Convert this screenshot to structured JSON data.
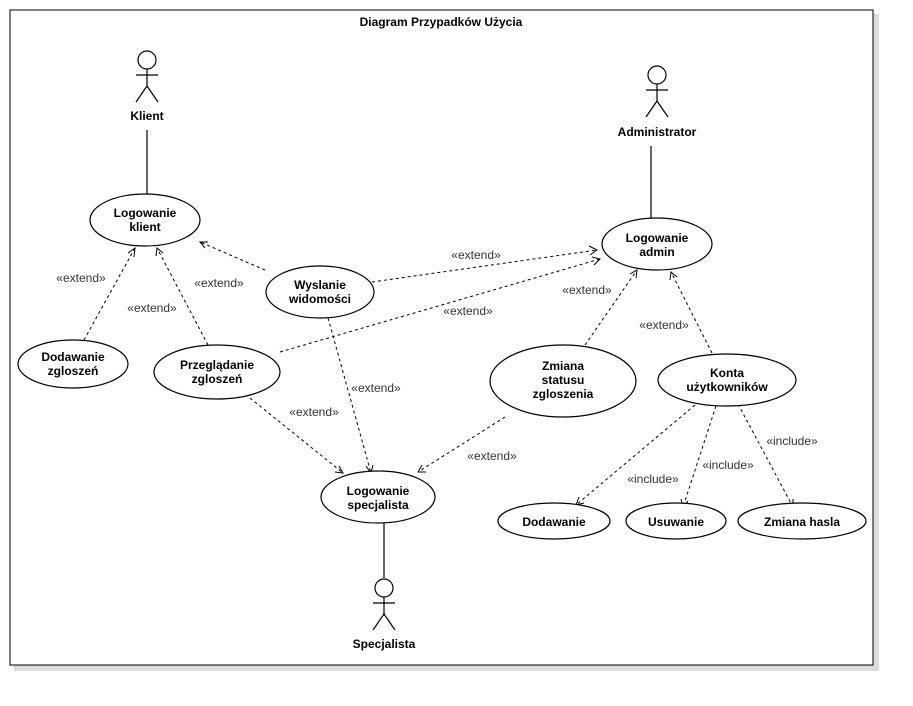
{
  "diagram": {
    "title": "Diagram Przypadków Użycia",
    "actors": {
      "klient": "Klient",
      "administrator": "Administrator",
      "specjalista": "Specjalista"
    },
    "use_cases": {
      "logowanie_klient": [
        "Logowanie",
        "klient"
      ],
      "logowanie_admin": [
        "Logowanie",
        "admin"
      ],
      "logowanie_specjalista": [
        "Logowanie",
        "specjalista"
      ],
      "wyslanie_wiadomosci": [
        "Wyslanie",
        "widomości"
      ],
      "dodawanie_zgloszen": [
        "Dodawanie",
        "zgloszeń"
      ],
      "przegladanie_zgloszen": [
        "Przeglądanie",
        "zgloszeń"
      ],
      "zmiana_statusu": [
        "Zmiana",
        "statusu",
        "zgloszenia"
      ],
      "konta_uzytkownikow": [
        "Konta",
        "użytkowników"
      ],
      "dodawanie": [
        "Dodawanie"
      ],
      "usuwanie": [
        "Usuwanie"
      ],
      "zmiana_hasla": [
        "Zmiana hasla"
      ]
    },
    "relations": [
      {
        "from": "dodawanie_zgloszen",
        "to": "logowanie_klient",
        "label": "«extend»"
      },
      {
        "from": "przegladanie_zgloszen",
        "to": "logowanie_klient",
        "label": "«extend»"
      },
      {
        "from": "wyslanie_wiadomosci",
        "to": "logowanie_klient",
        "label": "«extend»"
      },
      {
        "from": "wyslanie_wiadomosci",
        "to": "logowanie_admin",
        "label": "«extend»"
      },
      {
        "from": "przegladanie_zgloszen",
        "to": "logowanie_admin",
        "label": "«extend»"
      },
      {
        "from": "zmiana_statusu",
        "to": "logowanie_admin",
        "label": "«extend»"
      },
      {
        "from": "konta_uzytkownikow",
        "to": "logowanie_admin",
        "label": "«extend»"
      },
      {
        "from": "wyslanie_wiadomosci",
        "to": "logowanie_specjalista",
        "label": "«extend»"
      },
      {
        "from": "przegladanie_zgloszen",
        "to": "logowanie_specjalista",
        "label": "«extend»"
      },
      {
        "from": "zmiana_statusu",
        "to": "logowanie_specjalista",
        "label": "«extend»"
      },
      {
        "from": "konta_uzytkownikow",
        "to": "dodawanie",
        "label": "«include»"
      },
      {
        "from": "konta_uzytkownikow",
        "to": "usuwanie",
        "label": "«include»"
      },
      {
        "from": "konta_uzytkownikow",
        "to": "zmiana_hasla",
        "label": "«include»"
      }
    ]
  }
}
